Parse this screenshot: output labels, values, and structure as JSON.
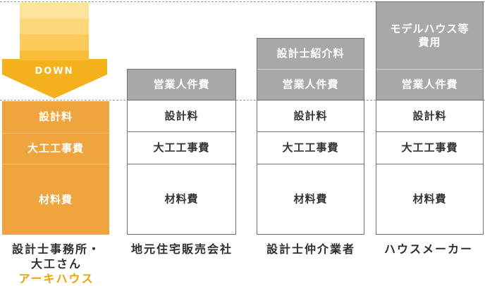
{
  "arrow": {
    "label": "DOWN"
  },
  "columns": [
    {
      "upper": [],
      "rows": [
        "設計料",
        "大工工事費",
        "材料費"
      ],
      "caption": [
        "設計士事務所・",
        "大工さん"
      ],
      "caption_accent": "アーキハウス"
    },
    {
      "upper": [
        "営業人件費"
      ],
      "rows": [
        "設計料",
        "大工工事費",
        "材料費"
      ],
      "caption": [
        "地元住宅販売会社"
      ]
    },
    {
      "upper": [
        "設計士紹介料",
        "営業人件費"
      ],
      "rows": [
        "設計料",
        "大工工事費",
        "材料費"
      ],
      "caption": [
        "設計士仲介業者"
      ]
    },
    {
      "upper": [
        "モデルハウス等\n費用",
        "営業人件費"
      ],
      "rows": [
        "設計料",
        "大工工事費",
        "材料費"
      ],
      "caption": [
        "ハウスメーカー"
      ]
    }
  ],
  "colors": {
    "orange_fill": "#efa43d",
    "orange_border": "#f4be6a",
    "grey_fill": "#a8a8a8",
    "arrow_bands": [
      "#fde49a",
      "#fdd77a",
      "#fbca5a",
      "#f9bd3a",
      "#f5b11b"
    ]
  }
}
